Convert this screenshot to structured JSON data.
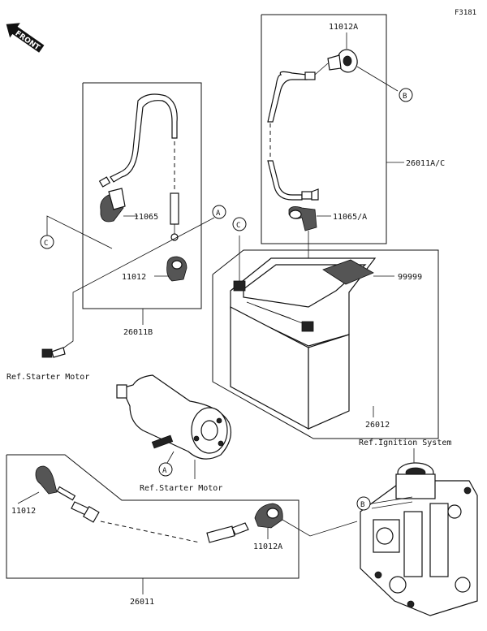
{
  "diagram_code": "F3181",
  "front_label": "FRONT",
  "labels": {
    "p11012a_top": "11012A",
    "p26011ac": "26011A/C",
    "p11065a": "11065/A",
    "p99999": "99999",
    "p11065": "11065",
    "p11012_left": "11012",
    "p26011b": "26011B",
    "ref_starter_left": "Ref.Starter Motor",
    "p26012": "26012",
    "ref_ignition": "Ref.Ignition System",
    "ref_starter_mid": "Ref.Starter Motor",
    "p11012_bottom": "11012",
    "p11012a_bottom": "11012A",
    "p26011": "26011"
  },
  "callouts": {
    "b_top": "B",
    "c_top": "C",
    "a_top": "A",
    "c_left": "C",
    "a_mid": "A",
    "b_bottom": "B"
  }
}
